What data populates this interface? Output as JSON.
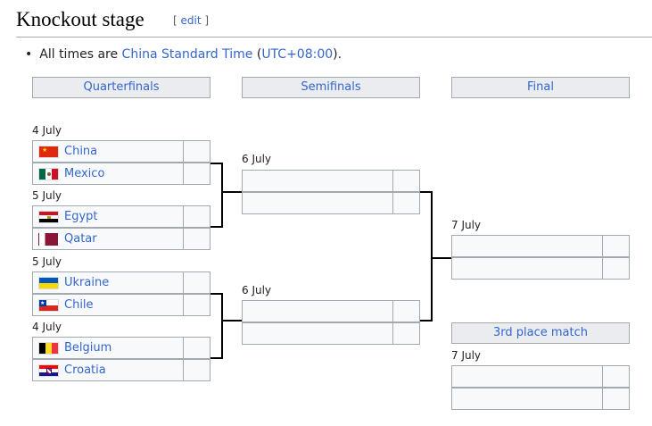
{
  "section": {
    "title": "Knockout stage",
    "edit_open": "[",
    "edit_label": "edit",
    "edit_close": "]"
  },
  "note": {
    "prefix": "All times are ",
    "tz_link": "China Standard Time",
    "mid": " (",
    "utc_link": "UTC+08:00",
    "suffix": ")."
  },
  "rounds": {
    "qf": "Quarterfinals",
    "sf": "Semifinals",
    "final": "Final",
    "third": "3rd place match"
  },
  "dates": {
    "qf1": "4 July",
    "qf2": "5 July",
    "qf3": "5 July",
    "qf4": "4 July",
    "sf1": "6 July",
    "sf2": "6 July",
    "final": "7 July",
    "third": "7 July"
  },
  "teams": {
    "qf1a": {
      "name": "China",
      "flag": "china-flag"
    },
    "qf1b": {
      "name": "Mexico",
      "flag": "mexico-flag"
    },
    "qf2a": {
      "name": "Egypt",
      "flag": "egypt-flag"
    },
    "qf2b": {
      "name": "Qatar",
      "flag": "qatar-flag"
    },
    "qf3a": {
      "name": "Ukraine",
      "flag": "ukraine-flag"
    },
    "qf3b": {
      "name": "Chile",
      "flag": "chile-flag"
    },
    "qf4a": {
      "name": "Belgium",
      "flag": "belgium-flag"
    },
    "qf4b": {
      "name": "Croatia",
      "flag": "croatia-flag"
    }
  },
  "colors": {
    "link": "#3366cc",
    "header_bg": "#eaecf0",
    "cell_bg": "#f8f9fa",
    "border": "#a2a9b1"
  }
}
